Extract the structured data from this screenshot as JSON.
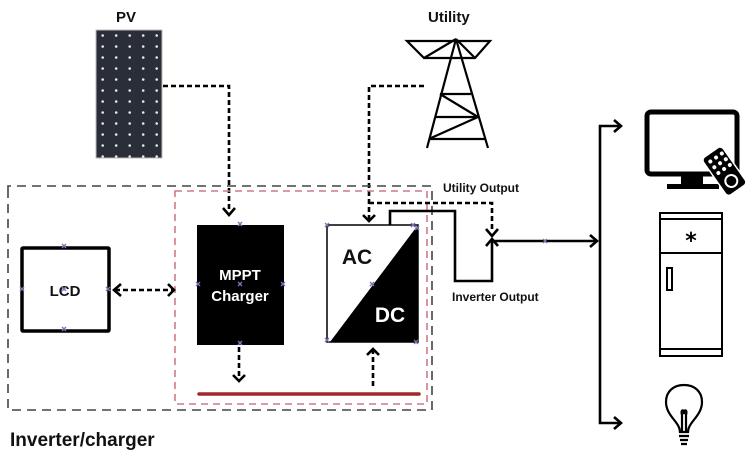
{
  "title": "Inverter/charger",
  "labels": {
    "pv": "PV",
    "utility": "Utility",
    "lcd": "LCD",
    "mppt_line1": "MPPT",
    "mppt_line2": "Charger",
    "ac": "AC",
    "dc": "DC",
    "utility_output": "Utility Output",
    "inverter_output": "Inverter Output"
  },
  "loads": [
    {
      "name": "tv",
      "icon": "tv-icon"
    },
    {
      "name": "refrigerator",
      "icon": "refrigerator-icon",
      "symbol": "*"
    },
    {
      "name": "light-bulb",
      "icon": "light-bulb-icon"
    }
  ],
  "colors": {
    "line": "#000000",
    "outer_boundary": "#444444",
    "inner_boundary": "#d07a86",
    "battery_bus": "#a3262a",
    "marker": "#7a74b8",
    "panel": "#2a2e38"
  }
}
